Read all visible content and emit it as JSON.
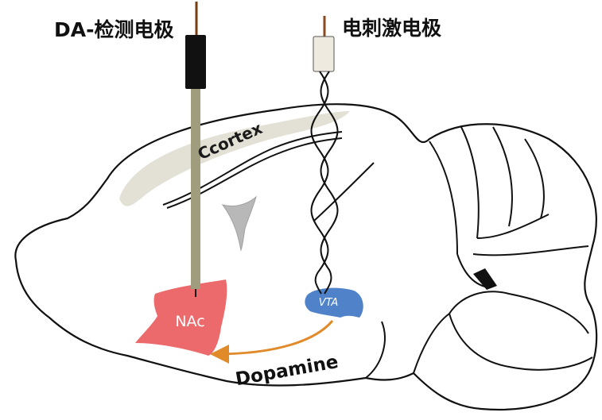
{
  "labels": {
    "detect_electrode": "DA-检测电极",
    "stim_electrode": "电刺激电极",
    "cortex": "Ccortex",
    "nac": "NAc",
    "vta": "VTA",
    "dopamine": "Dopamine"
  },
  "colors": {
    "outline": "#111111",
    "cortex_band": "#e3e1d5",
    "ventricle": "#b8b8b8",
    "nac_region": "#ec6a6c",
    "vta_region": "#4f82c9",
    "dopamine_arrow": "#e08a2a",
    "probe_shaft": "#9f9d7e",
    "probe_head": "#111111",
    "stim_cap": "#eeeae0",
    "wire_tip": "#8a4a1f"
  }
}
